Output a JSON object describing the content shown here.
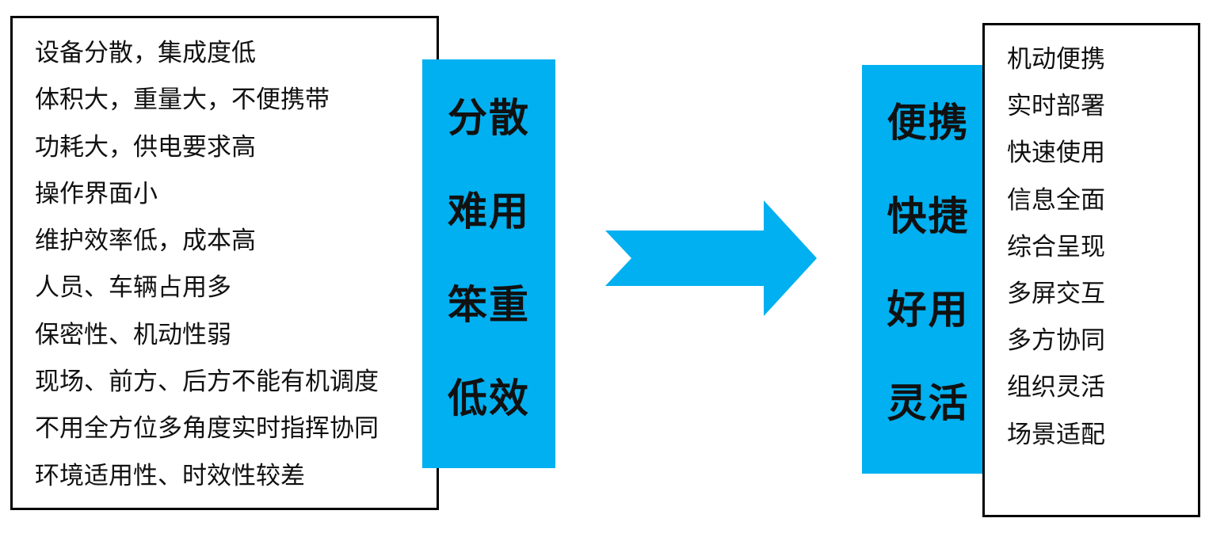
{
  "colors": {
    "band": "#00b0f0",
    "arrow": "#00b0f0",
    "border": "#000000"
  },
  "left_panel": {
    "items": [
      "设备分散，集成度低",
      "体积大，重量大，不便携带",
      "功耗大，供电要求高",
      "操作界面小",
      "维护效率低，成本高",
      "人员、车辆占用多",
      "保密性、机动性弱",
      "现场、前方、后方不能有机调度",
      "不用全方位多角度实时指挥协同",
      "环境适用性、时效性较差"
    ]
  },
  "left_band": {
    "words": [
      "分散",
      "难用",
      "笨重",
      "低效"
    ]
  },
  "arrow": {
    "icon": "right-arrow-icon"
  },
  "right_band": {
    "words": [
      "便携",
      "快捷",
      "好用",
      "灵活"
    ]
  },
  "right_panel": {
    "items": [
      "机动便携",
      "实时部署",
      "快速使用",
      "信息全面",
      "综合呈现",
      "多屏交互",
      "多方协同",
      "组织灵活",
      "场景适配"
    ]
  }
}
